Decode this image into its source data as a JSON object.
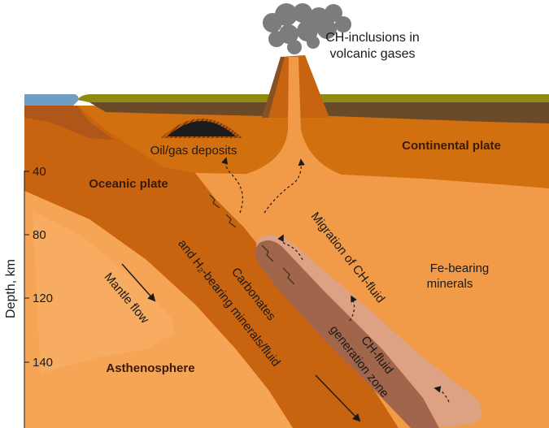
{
  "labels": {
    "volcanic_line1": "CH-inclusions in",
    "volcanic_line2": "volcanic gases",
    "oil_gas": "Oil/gas deposits",
    "continental_plate": "Continental plate",
    "oceanic_plate": "Oceanic plate",
    "migration": "Migration of CH-fluid",
    "carbonates_line1": "Carbonates",
    "carbonates_line2": "and H₂-bearing minerals/fluid",
    "fe_line1": "Fe-bearing",
    "fe_line2": "minerals",
    "mantle_flow": "Mantle flow",
    "generation_line1": "CH-fluid",
    "generation_line2": "generation zone",
    "asthenosphere": "Asthenosphere"
  },
  "axis": {
    "label": "Depth, km",
    "ticks": [
      "40",
      "80",
      "120",
      "140"
    ]
  },
  "colors": {
    "ocean": "#6f9ec2",
    "soil_top": "#8f8a10",
    "crust_dark": "#6b4a2a",
    "lithosphere": "#c8630f",
    "continental": "#d2700f",
    "mantle": "#f19a48",
    "generation_zone": "#a0654a",
    "migration_zone": "#dca283",
    "deposit": "#1c1c1c"
  },
  "icons": [
    "smoke-cloud-icon",
    "flow-arrow-icon",
    "dashed-migration-arrow-icon"
  ]
}
